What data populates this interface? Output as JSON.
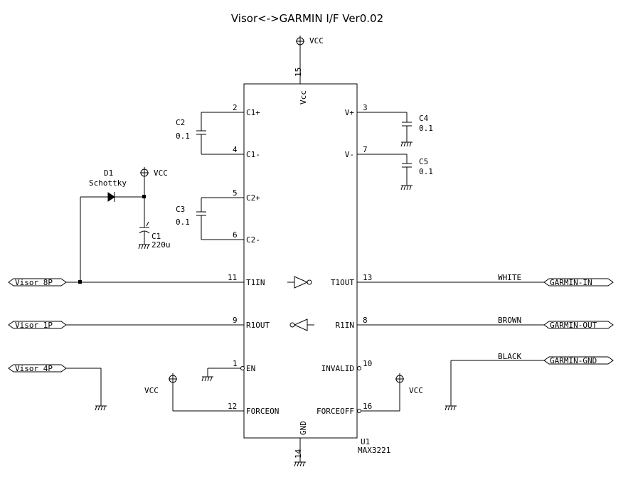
{
  "title": "Visor<->GARMIN I/F Ver0.02",
  "chip": {
    "ref": "U1",
    "part": "MAX3221",
    "vcc_pin_label": "Vcc",
    "gnd_pin_label": "GND",
    "pins": {
      "vcc": {
        "num": "15"
      },
      "gnd": {
        "num": "14"
      },
      "c1p": {
        "num": "2",
        "name": "C1+"
      },
      "c1m": {
        "num": "4",
        "name": "C1-"
      },
      "c2p": {
        "num": "5",
        "name": "C2+"
      },
      "c2m": {
        "num": "6",
        "name": "C2-"
      },
      "t1in": {
        "num": "11",
        "name": "T1IN"
      },
      "r1out": {
        "num": "9",
        "name": "R1OUT"
      },
      "en": {
        "num": "1",
        "name": "EN"
      },
      "forceon": {
        "num": "12",
        "name": "FORCEON"
      },
      "vplus": {
        "num": "3",
        "name": "V+"
      },
      "vminus": {
        "num": "7",
        "name": "V-"
      },
      "t1out": {
        "num": "13",
        "name": "T1OUT"
      },
      "r1in": {
        "num": "8",
        "name": "R1IN"
      },
      "invalid": {
        "num": "10",
        "name": "INVALID"
      },
      "forceoff": {
        "num": "16",
        "name": "FORCEOFF"
      }
    }
  },
  "power_label": "VCC",
  "components": {
    "c2": {
      "ref": "C2",
      "value": "0.1"
    },
    "c3": {
      "ref": "C3",
      "value": "0.1"
    },
    "c4": {
      "ref": "C4",
      "value": "0.1"
    },
    "c5": {
      "ref": "C5",
      "value": "0.1"
    },
    "c1": {
      "ref": "C1",
      "value": "220u"
    },
    "d1": {
      "ref": "D1",
      "value": "Schottky"
    }
  },
  "connectors": {
    "visor_8p": "Visor 8P",
    "visor_1p": "Visor 1P",
    "visor_4p": "Visor 4P",
    "garmin_in": "GARMIN-IN",
    "garmin_out": "GARMIN-OUT",
    "garmin_gnd": "GARMIN-GND"
  },
  "wire_colors": {
    "white": "WHITE",
    "brown": "BROWN",
    "black": "BLACK"
  }
}
